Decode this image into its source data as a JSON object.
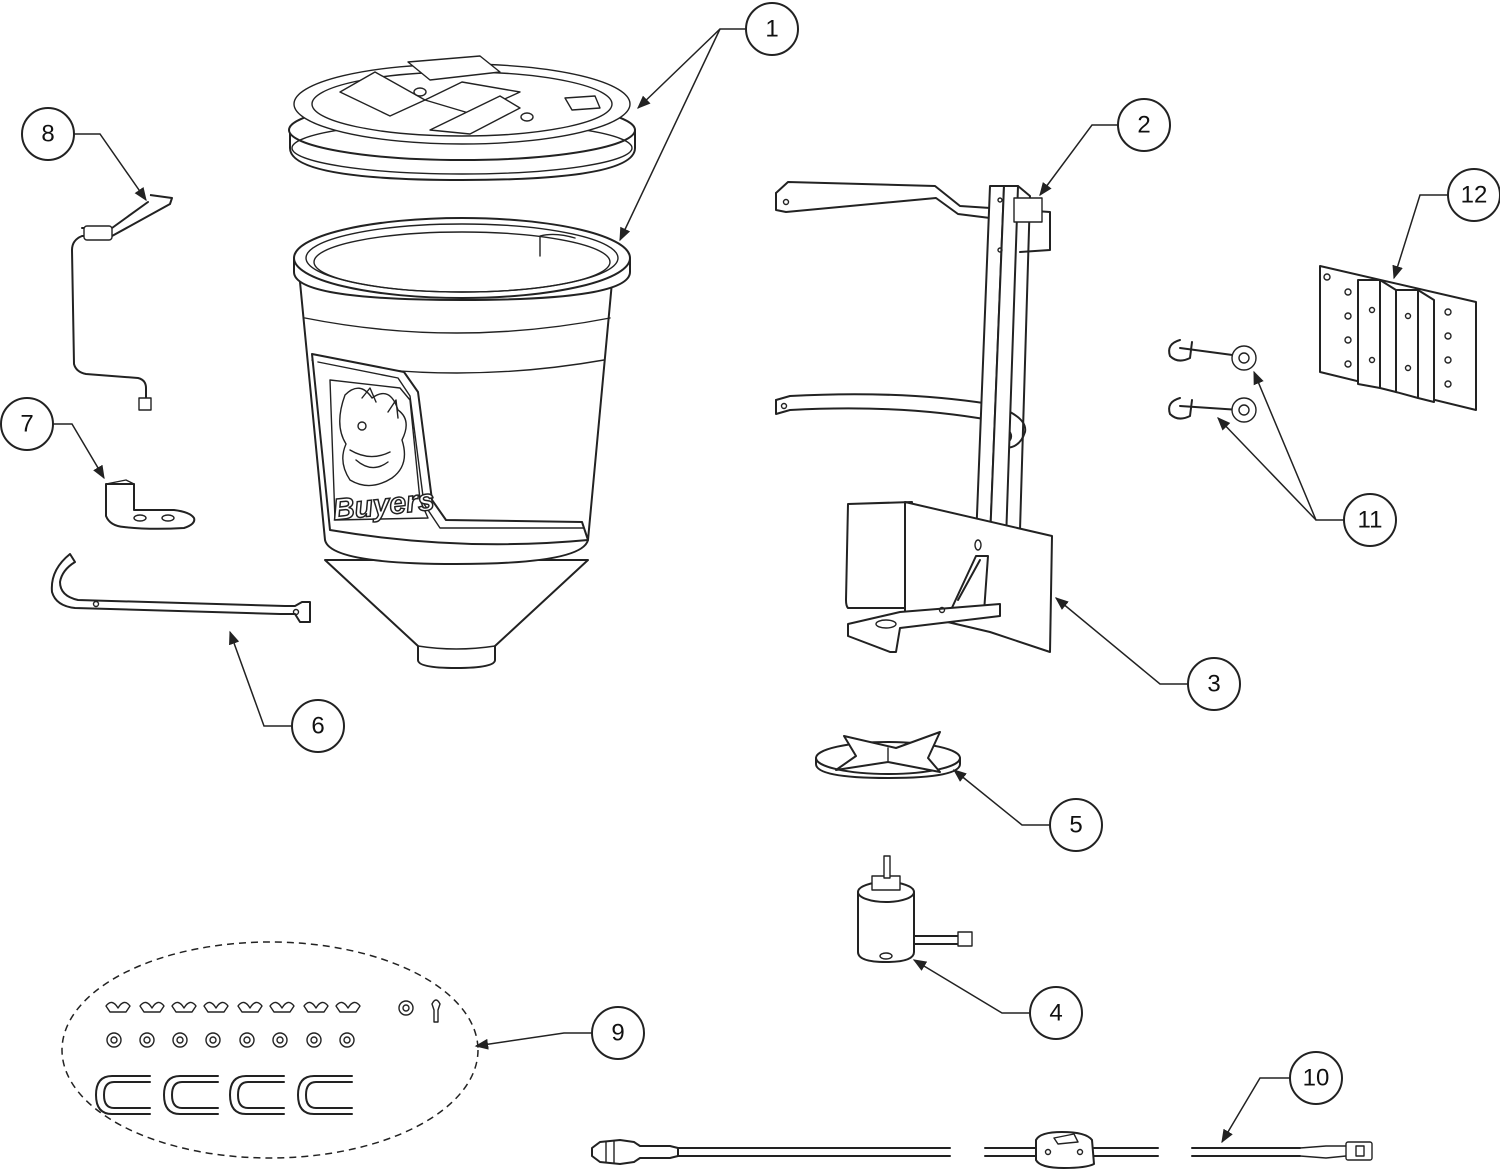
{
  "brand_label": "Buyers",
  "callouts": [
    {
      "id": "part-1",
      "label": "1"
    },
    {
      "id": "part-2",
      "label": "2"
    },
    {
      "id": "part-3",
      "label": "3"
    },
    {
      "id": "part-4",
      "label": "4"
    },
    {
      "id": "part-5",
      "label": "5"
    },
    {
      "id": "part-6",
      "label": "6"
    },
    {
      "id": "part-7",
      "label": "7"
    },
    {
      "id": "part-8",
      "label": "8"
    },
    {
      "id": "part-9",
      "label": "9"
    },
    {
      "id": "part-10",
      "label": "10"
    },
    {
      "id": "part-11",
      "label": "11"
    },
    {
      "id": "part-12",
      "label": "12"
    }
  ],
  "colors": {
    "line": "#222222",
    "background": "#ffffff"
  }
}
